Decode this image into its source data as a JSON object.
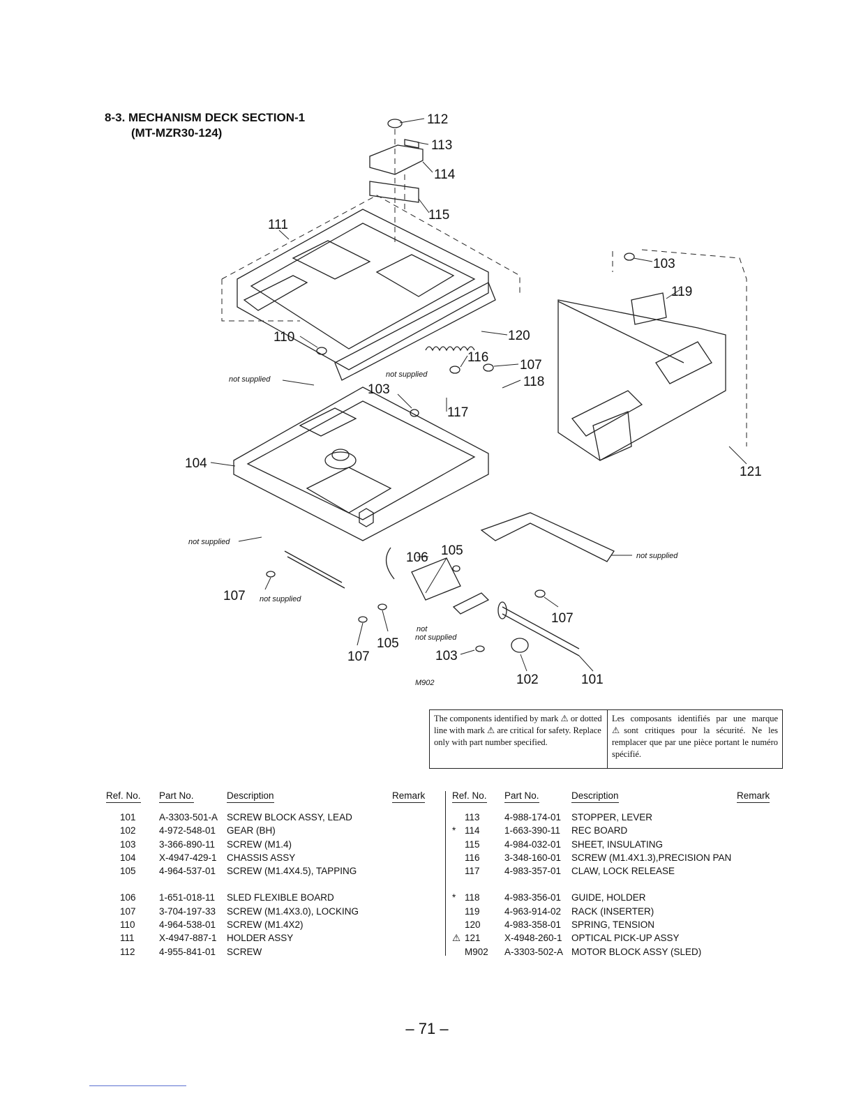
{
  "title": {
    "line1": "8-3. MECHANISM DECK SECTION-1",
    "line2": "(MT-MZR30-124)"
  },
  "diagram": {
    "callouts": [
      "112",
      "113",
      "114",
      "115",
      "111",
      "103",
      "119",
      "120",
      "110",
      "116",
      "107",
      "118",
      "103",
      "117",
      "104",
      "121",
      "106",
      "105",
      "107",
      "105",
      "107",
      "107",
      "103",
      "102",
      "101",
      "M902"
    ],
    "notes": [
      "not supplied",
      "not supplied",
      "not supplied",
      "not supplied",
      "not supplied",
      "not supplied",
      "not"
    ]
  },
  "safety_note": {
    "en": "The components identified by mark ⚠ or dotted line with mark ⚠ are critical for safety. Replace only with part number specified.",
    "fr": "Les composants identifiés par une marque ⚠sont critiques pour la sécurité. Ne les remplacer que par une pièce portant le numéro spécifié."
  },
  "table_headers": {
    "ref": "Ref. No.",
    "part": "Part No.",
    "desc": "Description",
    "remark": "Remark"
  },
  "parts_left": [
    {
      "mark": "",
      "ref": "101",
      "part": "A-3303-501-A",
      "desc": "SCREW BLOCK ASSY, LEAD"
    },
    {
      "mark": "",
      "ref": "102",
      "part": "4-972-548-01",
      "desc": "GEAR (BH)"
    },
    {
      "mark": "",
      "ref": "103",
      "part": "3-366-890-11",
      "desc": "SCREW (M1.4)"
    },
    {
      "mark": "",
      "ref": "104",
      "part": "X-4947-429-1",
      "desc": "CHASSIS ASSY"
    },
    {
      "mark": "",
      "ref": "105",
      "part": "4-964-537-01",
      "desc": "SCREW (M1.4X4.5), TAPPING"
    },
    {
      "mark": "",
      "ref": "106",
      "part": "1-651-018-11",
      "desc": "SLED FLEXIBLE BOARD"
    },
    {
      "mark": "",
      "ref": "107",
      "part": "3-704-197-33",
      "desc": "SCREW (M1.4X3.0), LOCKING"
    },
    {
      "mark": "",
      "ref": "110",
      "part": "4-964-538-01",
      "desc": "SCREW (M1.4X2)"
    },
    {
      "mark": "",
      "ref": "111",
      "part": "X-4947-887-1",
      "desc": "HOLDER ASSY"
    },
    {
      "mark": "",
      "ref": "112",
      "part": "4-955-841-01",
      "desc": "SCREW"
    }
  ],
  "parts_right": [
    {
      "mark": "",
      "ref": "113",
      "part": "4-988-174-01",
      "desc": "STOPPER, LEVER"
    },
    {
      "mark": "*",
      "ref": "114",
      "part": "1-663-390-11",
      "desc": "REC BOARD"
    },
    {
      "mark": "",
      "ref": "115",
      "part": "4-984-032-01",
      "desc": "SHEET, INSULATING"
    },
    {
      "mark": "",
      "ref": "116",
      "part": "3-348-160-01",
      "desc": "SCREW (M1.4X1.3),PRECISION PAN"
    },
    {
      "mark": "",
      "ref": "117",
      "part": "4-983-357-01",
      "desc": "CLAW, LOCK RELEASE"
    },
    {
      "mark": "*",
      "ref": "118",
      "part": "4-983-356-01",
      "desc": "GUIDE, HOLDER"
    },
    {
      "mark": "",
      "ref": "119",
      "part": "4-963-914-02",
      "desc": "RACK (INSERTER)"
    },
    {
      "mark": "",
      "ref": "120",
      "part": "4-983-358-01",
      "desc": "SPRING, TENSION"
    },
    {
      "mark": "⚠",
      "ref": "121",
      "part": "X-4948-260-1",
      "desc": "OPTICAL PICK-UP ASSY"
    },
    {
      "mark": "",
      "ref": "M902",
      "part": "A-3303-502-A",
      "desc": "MOTOR BLOCK ASSY (SLED)"
    }
  ],
  "page_number": "– 71 –"
}
